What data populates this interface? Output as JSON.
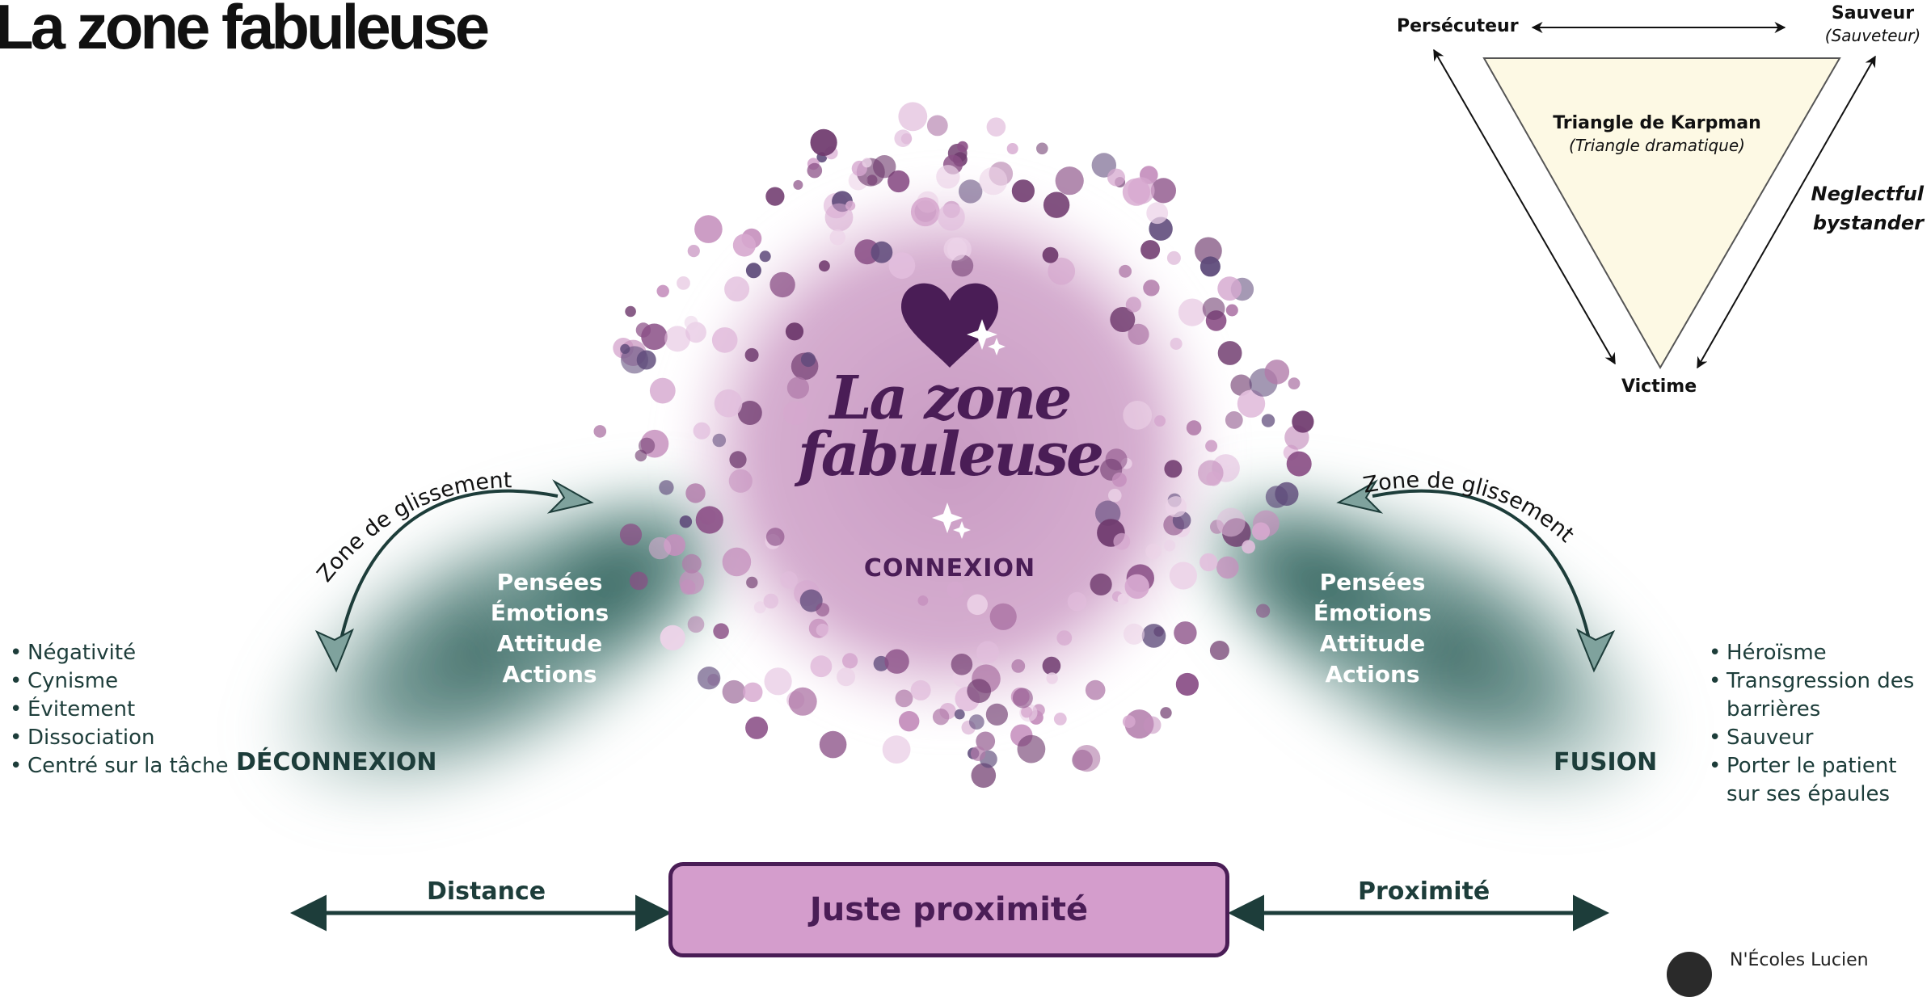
{
  "title": "La zone fabuleuse",
  "colors": {
    "teal": "#1d3d3a",
    "plum": "#4a1d56",
    "pink_box": "#d49dcc",
    "bubble_pink": "#cfa2c8",
    "triangle_fill": "#fdf9e4"
  },
  "center": {
    "title_line1": "La zone",
    "title_line2": "fabuleuse",
    "connexion_label": "CONNEXION",
    "icon": "heart-icon"
  },
  "left": {
    "arc_label": "Zone de glissement",
    "apect": [
      "Pensées",
      "Émotions",
      "Attitude",
      "Actions"
    ],
    "zone_label": "DÉCONNEXION",
    "bullets": [
      "Négativité",
      "Cynisme",
      "Évitement",
      "Dissociation",
      "Centré sur la tâche"
    ]
  },
  "right": {
    "arc_label": "Zone de glissement",
    "apect": [
      "Pensées",
      "Émotions",
      "Attitude",
      "Actions"
    ],
    "zone_label": "FUSION",
    "bullets": [
      "Héroïsme",
      "Transgression des barrières",
      "Sauveur",
      "Porter le patient sur ses épaules"
    ]
  },
  "bottom": {
    "distance_label": "Distance",
    "proximite_label": "Proximité",
    "juste_label": "Juste proximité"
  },
  "karpman": {
    "persecuteur": "Persécuteur",
    "sauveur": "Sauveur",
    "sauveur_sub": "(Sauveteur)",
    "triangle_title": "Triangle de Karpman",
    "triangle_sub": "(Triangle dramatique)",
    "victime": "Victime",
    "bystander": [
      "Neglectful",
      "bystander"
    ]
  },
  "credit_text": "N'Écoles Lucien"
}
